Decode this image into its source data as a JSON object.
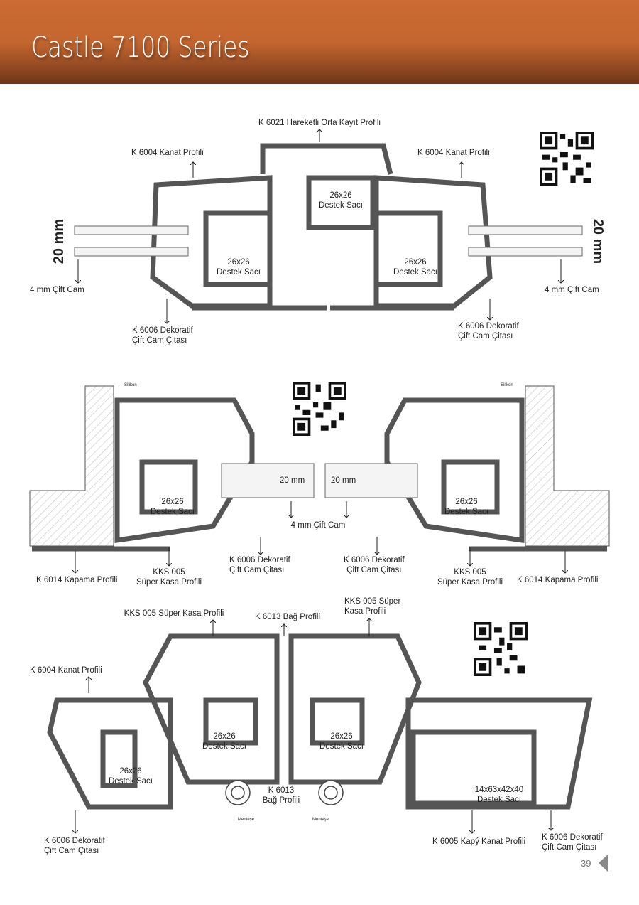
{
  "header": {
    "title": "Castle 7100 Series"
  },
  "section1": {
    "top_label": "K 6021 Hareketli Orta Kayıt Profili",
    "sash_left": "K 6004 Kanat Profili",
    "sash_right": "K 6004 Kanat Profili",
    "steel_center": [
      "26x26",
      "Destek Sacı"
    ],
    "steel_left": [
      "26x26",
      "Destek Sacı"
    ],
    "steel_right": [
      "26x26",
      "Destek Sacı"
    ],
    "dim_left": "20 mm",
    "dim_right": "20 mm",
    "glass_left": "4 mm Çift Cam",
    "glass_right": "4 mm Çift Cam",
    "bead_left": [
      "K 6006 Dekoratif",
      "Çift Cam Çitası"
    ],
    "bead_right": [
      "K 6006 Dekoratif",
      "Çift Cam Çitası"
    ]
  },
  "section2": {
    "silicone_left": "Silikon",
    "silicone_right": "Silikon",
    "steel_left": [
      "26x26",
      "Destek Sacı"
    ],
    "steel_right": [
      "26x26",
      "Destek Sacı"
    ],
    "dim_left": "20 mm",
    "dim_right": "20 mm",
    "glass": "4 mm Çift Cam",
    "bead_left": [
      "K 6006 Dekoratif",
      "Çift Cam Çitası"
    ],
    "bead_right": [
      "K 6006 Dekoratif",
      "Çift Cam Çitası"
    ],
    "cover_left": "K 6014 Kapama Profili",
    "cover_right": "K 6014 Kapama Profili",
    "frame_left": [
      "KKS 005",
      "Süper Kasa Profili"
    ],
    "frame_right": [
      "KKS 005",
      "Süper Kasa Profili"
    ]
  },
  "section3": {
    "frame_left": "KKS 005 Süper Kasa Profili",
    "coupler_top": "K 6013 Bağ Profili",
    "frame_right": [
      "KKS 005 Süper",
      "Kasa Profili"
    ],
    "sash_left": "K 6004 Kanat Profili",
    "steel_a": [
      "26x26",
      "Destek Sacı"
    ],
    "steel_b": [
      "26x26",
      "Destek Sacı"
    ],
    "steel_c": [
      "26x26",
      "Destek Sacı"
    ],
    "coupler_bottom": [
      "K 6013",
      "Bağ Profili"
    ],
    "steel_door": [
      "14x63x42x40",
      "Destek Sacı"
    ],
    "hinge_left": "Menteşe",
    "hinge_right": "Menteşe",
    "bead_left": [
      "K 6006 Dekoratif",
      "Çift Cam Çitası"
    ],
    "door_sash": "K 6005 Kapý Kanat Profili",
    "bead_right": [
      "K 6006 Dekoratif",
      "Çift Cam Çitası"
    ]
  },
  "footer": {
    "page_number": "39"
  },
  "colors": {
    "header": "#c4662f",
    "profile": "#5b5b5b",
    "gasket": "#a8a8a8"
  }
}
